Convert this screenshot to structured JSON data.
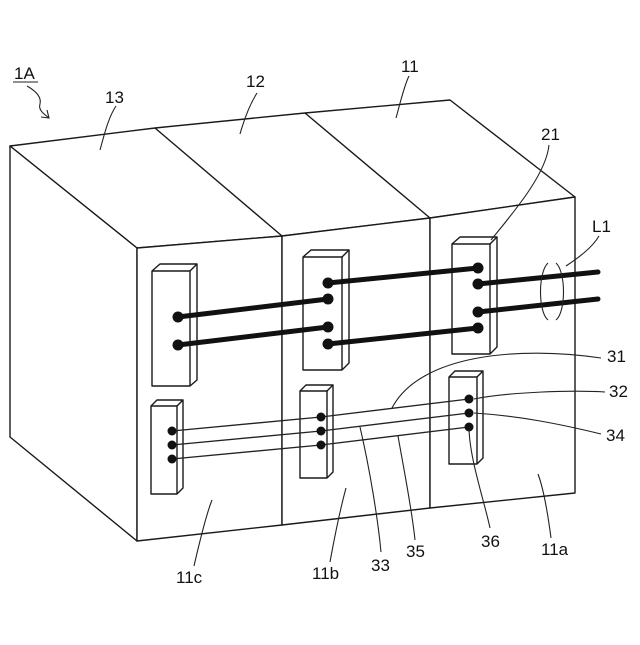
{
  "labels": {
    "apparatus": "1A",
    "module_13": "13",
    "module_12": "12",
    "module_11": "11",
    "connector_21": "21",
    "cable_L1": "L1",
    "line_31": "31",
    "line_32": "32",
    "line_34": "34",
    "face_11c": "11c",
    "face_11b": "11b",
    "face_11a": "11a",
    "line_33": "33",
    "line_35": "35",
    "connector_36": "36"
  },
  "colors": {
    "stroke": "#1a1a1a",
    "background": "#ffffff"
  }
}
